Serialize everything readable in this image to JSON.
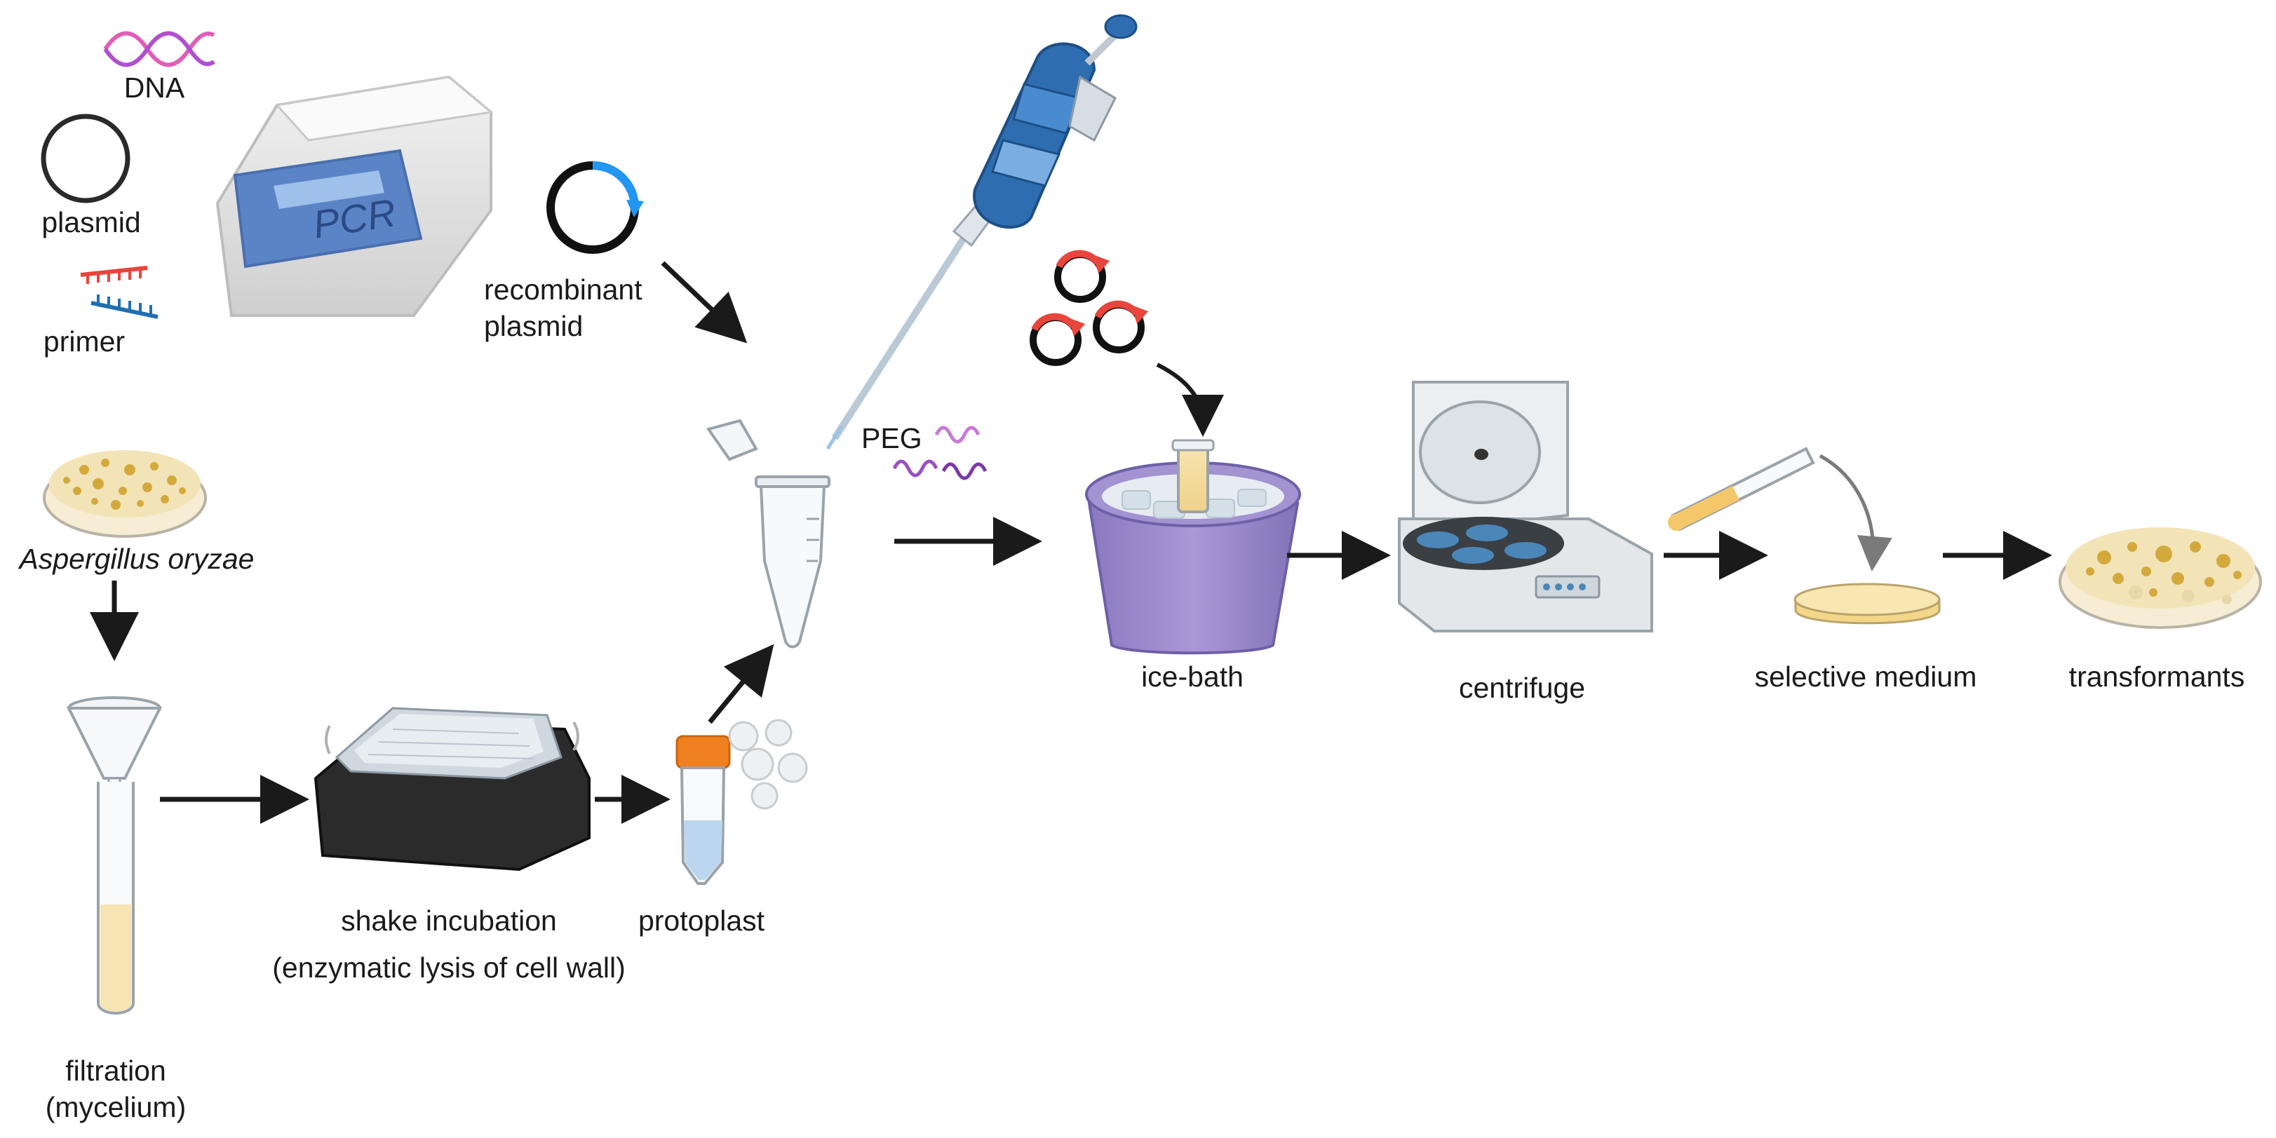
{
  "labels": {
    "dna": "DNA",
    "plasmid": "plasmid",
    "primer": "primer",
    "pcr": "PCR",
    "recombinant_line1": "recombinant",
    "recombinant_line2": "plasmid",
    "organism": "Aspergillus oryzae",
    "filtration_line1": "filtration",
    "filtration_line2": "(mycelium)",
    "shake": "shake incubation",
    "lysis": "(enzymatic lysis of cell wall)",
    "protoplast": "protoplast",
    "peg": "PEG",
    "ice_bath": "ice-bath",
    "centrifuge": "centrifuge",
    "selective_medium": "selective medium",
    "transformants": "transformants"
  },
  "colors": {
    "arrow": "#1a1a1a",
    "pipette_blue": "#2d6db0",
    "plasmid_red": "#e8453c",
    "recombinant_blue": "#2196f3",
    "dna_pink": "#e05db8",
    "peg_purple": "#9b4fc0",
    "bucket_purple": "#9b8cc9",
    "agar_yellow": "#f3d68a",
    "colony_gold": "#d4a93c"
  }
}
